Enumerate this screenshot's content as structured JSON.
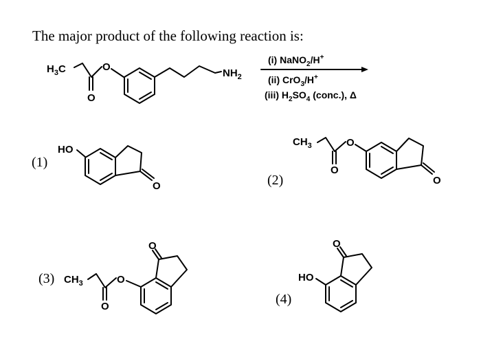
{
  "question": "The major product of the following reaction is:",
  "reactant": {
    "methyl_label": "H3C",
    "ester_o": "O",
    "carbonyl_o": "O",
    "amine": "NH2"
  },
  "conditions": [
    "(i) NaNO2/H+",
    "(ii) CrO3/H+",
    "(iii) H2SO4 (conc.), Δ"
  ],
  "options": [
    {
      "number": "(1)",
      "substituent": "HO",
      "ketone_o": "O"
    },
    {
      "number": "(2)",
      "substituent": "CH3",
      "ester_o": "O",
      "carbonyl_o": "O",
      "ketone_o": "O"
    },
    {
      "number": "(3)",
      "substituent": "CH3",
      "ester_o": "O",
      "carbonyl_o": "O",
      "ketone_o": "O"
    },
    {
      "number": "(4)",
      "substituent": "HO",
      "ketone_o": "O"
    }
  ],
  "colors": {
    "ink": "#000000",
    "background": "#ffffff"
  }
}
